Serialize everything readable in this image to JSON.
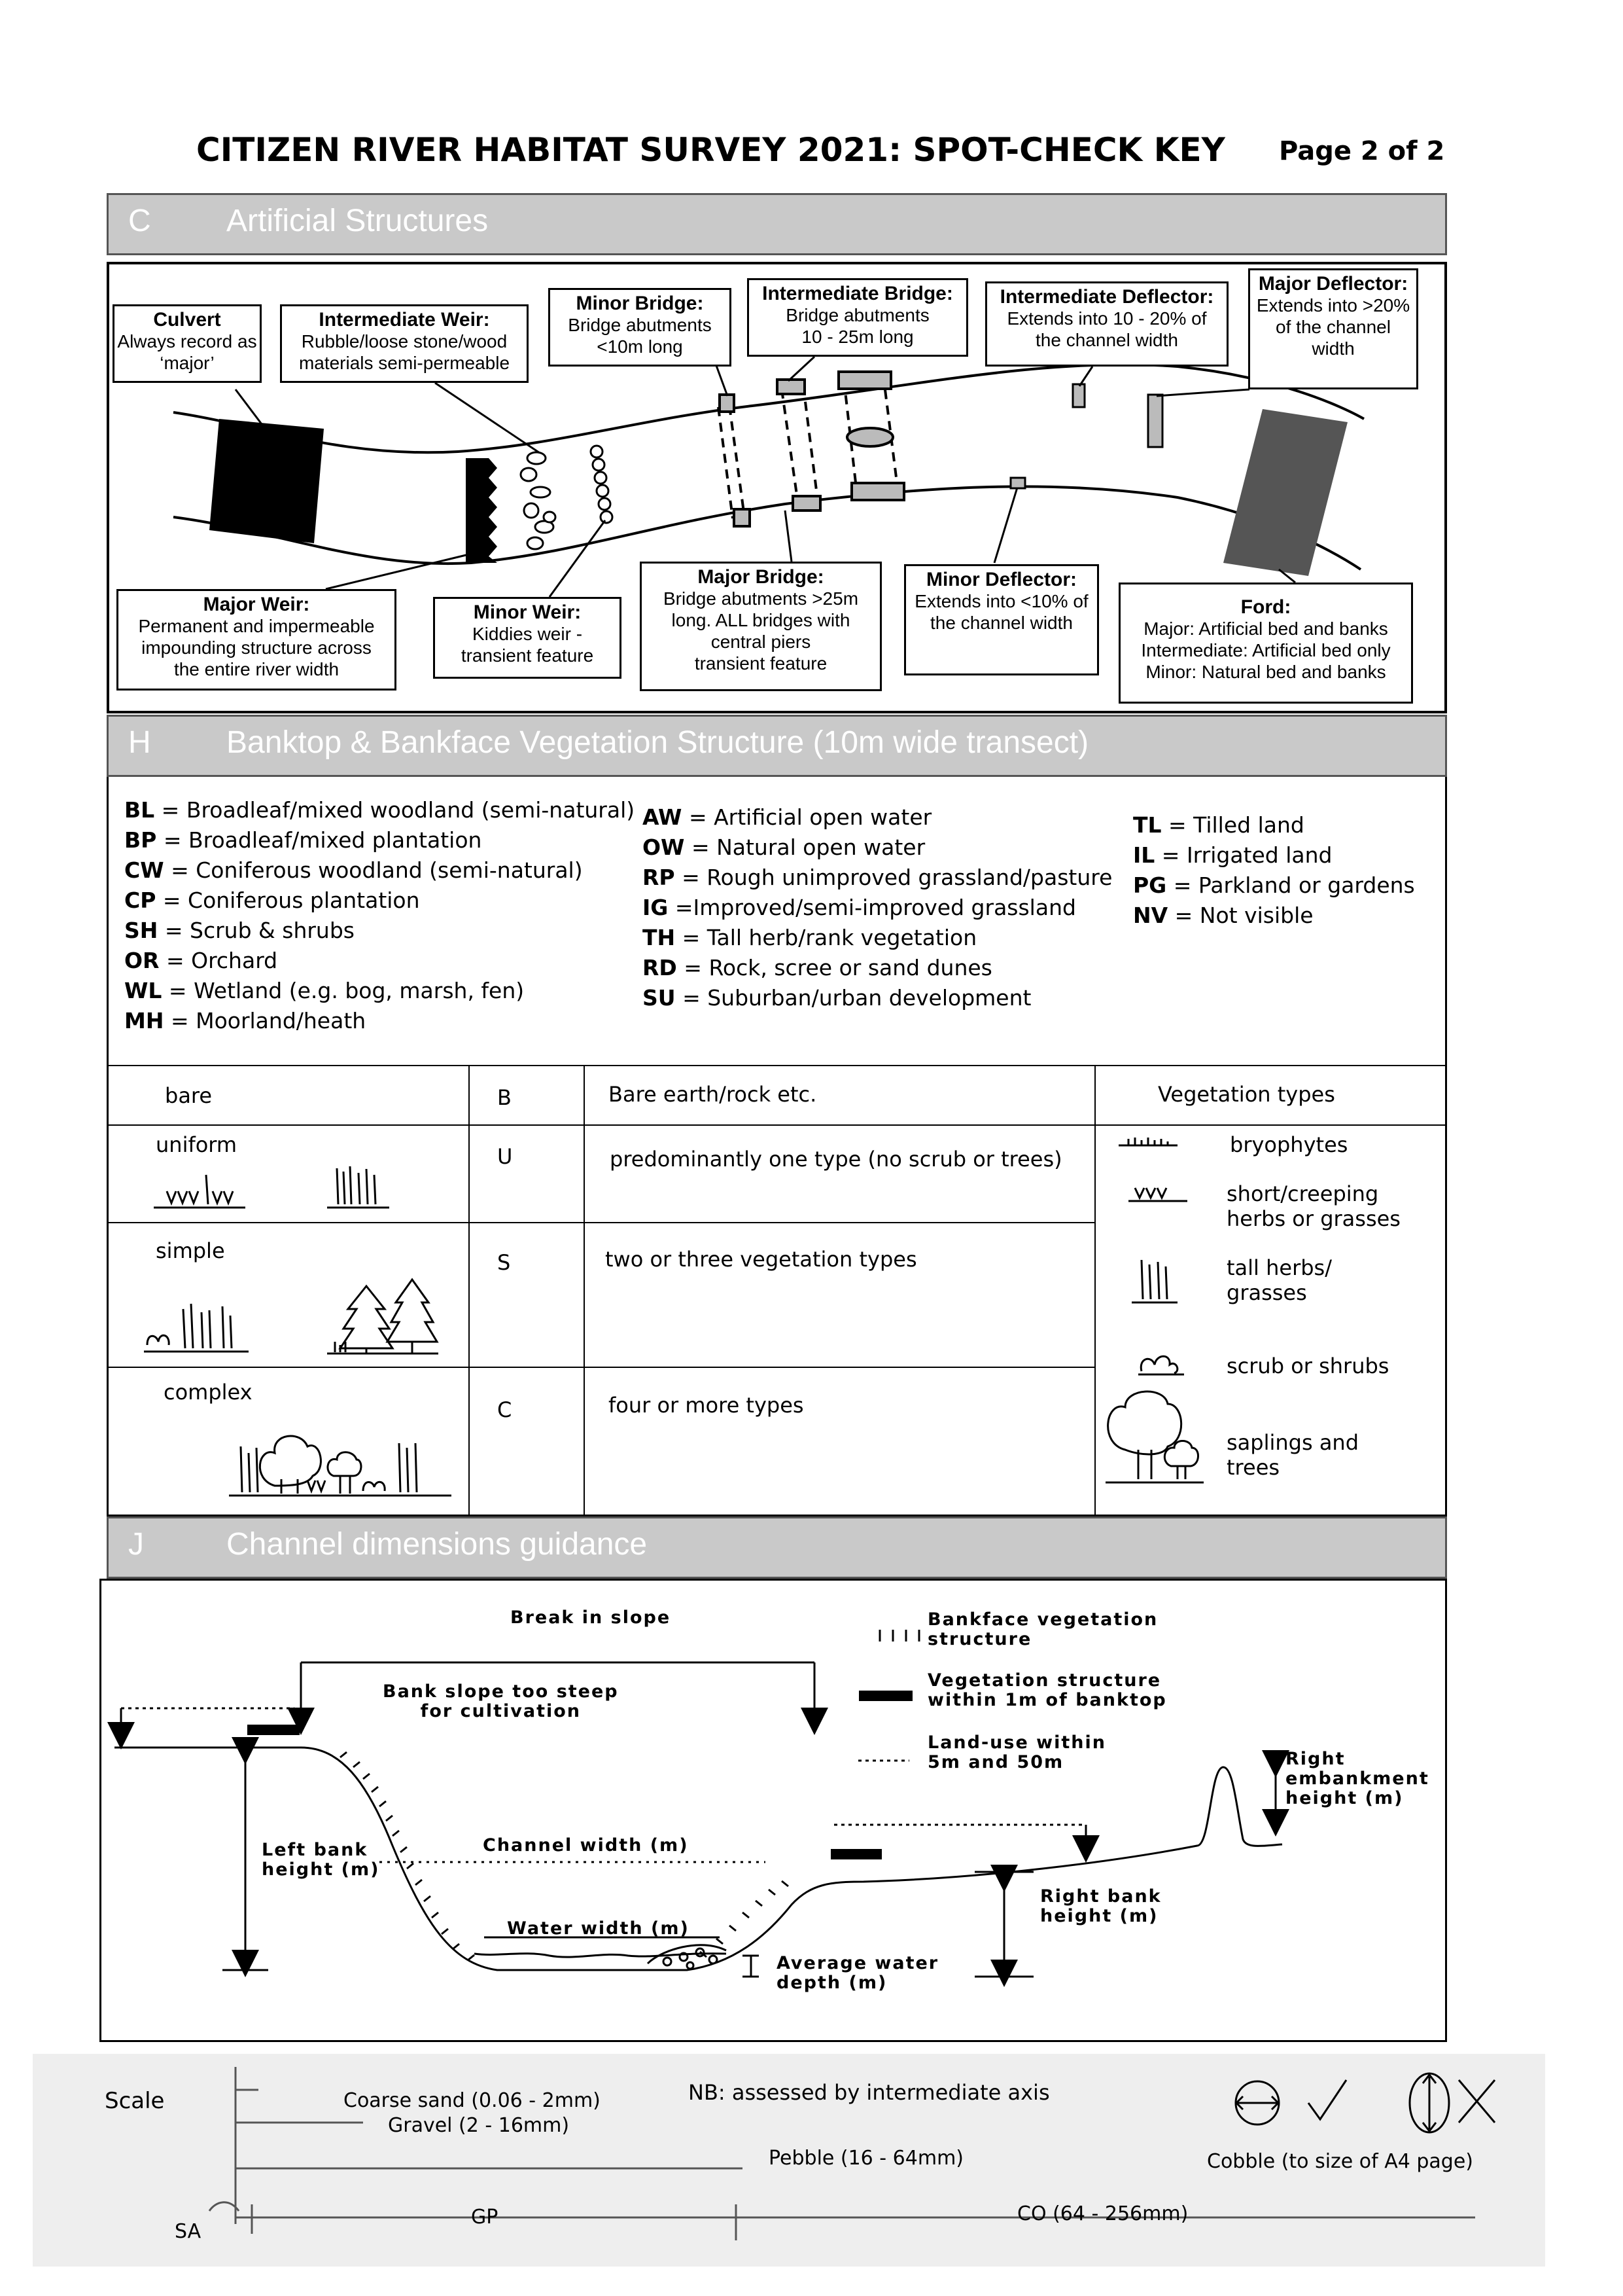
{
  "header": {
    "title": "CITIZEN RIVER HABITAT SURVEY 2021: SPOT-CHECK KEY",
    "page": "Page 2 of 2"
  },
  "sectionC": {
    "letter": "C",
    "title": "Artificial Structures",
    "labels": {
      "culvert": {
        "title": "Culvert",
        "lines": [
          "Always record as",
          "‘major’"
        ]
      },
      "intermediate_weir": {
        "title": "Intermediate Weir:",
        "lines": [
          "Rubble/loose stone/wood",
          "materials semi-permeable"
        ]
      },
      "minor_bridge": {
        "title": "Minor Bridge:",
        "lines": [
          "Bridge abutments",
          "<10m long"
        ]
      },
      "intermediate_bridge": {
        "title": "Intermediate Bridge:",
        "lines": [
          "Bridge abutments",
          "10 - 25m long"
        ]
      },
      "intermediate_deflector": {
        "title": "Intermediate Deflector:",
        "lines": [
          "Extends into 10 - 20% of",
          "the channel width"
        ]
      },
      "major_deflector": {
        "title": "Major Deflector:",
        "lines": [
          "Extends into >20%",
          "of the channel",
          "width"
        ]
      },
      "major_weir": {
        "title": "Major Weir:",
        "lines": [
          "Permanent and impermeable",
          "impounding structure across",
          "the entire river width"
        ]
      },
      "minor_weir": {
        "title": "Minor Weir:",
        "lines": [
          "Kiddies weir -",
          "transient feature"
        ]
      },
      "major_bridge": {
        "title": "Major Bridge:",
        "lines": [
          "Bridge abutments >25m",
          "long. ALL bridges with",
          "central piers",
          "transient feature"
        ]
      },
      "minor_deflector": {
        "title": "Minor Deflector:",
        "lines": [
          "Extends into <10% of",
          "the channel width"
        ]
      },
      "ford": {
        "title": "Ford:",
        "lines": [
          "Major: Artificial bed and banks",
          "Intermediate: Artificial bed only",
          "Minor: Natural bed and banks"
        ]
      }
    }
  },
  "sectionH": {
    "letter": "H",
    "title": "Banktop & Bankface Vegetation Structure (10m wide transect)",
    "codes_col1": [
      {
        "code": "BL",
        "desc": " = Broadleaf/mixed woodland (semi-natural)"
      },
      {
        "code": "BP",
        "desc": " = Broadleaf/mixed plantation"
      },
      {
        "code": "CW",
        "desc": " = Coniferous woodland (semi-natural)"
      },
      {
        "code": "CP",
        "desc": " = Coniferous plantation"
      },
      {
        "code": "SH",
        "desc": " = Scrub & shrubs"
      },
      {
        "code": "OR",
        "desc": " = Orchard"
      },
      {
        "code": "WL",
        "desc": " = Wetland (e.g. bog, marsh, fen)"
      },
      {
        "code": "MH",
        "desc": " = Moorland/heath"
      }
    ],
    "codes_col2": [
      {
        "code": "AW",
        "desc": " = Artificial open water"
      },
      {
        "code": "OW",
        "desc": " = Natural open water"
      },
      {
        "code": "RP",
        "desc": " = Rough unimproved grassland/pasture"
      },
      {
        "code": "IG",
        "desc": " =Improved/semi-improved grassland"
      },
      {
        "code": "TH",
        "desc": " = Tall herb/rank vegetation"
      },
      {
        "code": "RD",
        "desc": " = Rock, scree or sand dunes"
      },
      {
        "code": "SU",
        "desc": " = Suburban/urban development"
      }
    ],
    "codes_col3": [
      {
        "code": "TL",
        "desc": " = Tilled land"
      },
      {
        "code": "IL",
        "desc": " = Irrigated land"
      },
      {
        "code": "PG",
        "desc": " = Parkland or gardens"
      },
      {
        "code": "NV",
        "desc": " = Not visible"
      }
    ],
    "rows": [
      {
        "name": "bare",
        "code": "B",
        "desc": "Bare earth/rock etc."
      },
      {
        "name": "uniform",
        "code": "U",
        "desc": "predominantly one type (no scrub or trees)"
      },
      {
        "name": "simple",
        "code": "S",
        "desc": "two or three vegetation types"
      },
      {
        "name": "complex",
        "code": "C",
        "desc": "four or more types"
      }
    ],
    "veg_types": {
      "heading": "Vegetation types",
      "items": [
        {
          "icon": "bryophytes-icon",
          "label": "bryophytes"
        },
        {
          "icon": "short-herbs-icon",
          "label": "short/creeping\nherbs or grasses"
        },
        {
          "icon": "tall-herbs-icon",
          "label": "tall herbs/\ngrasses"
        },
        {
          "icon": "scrub-icon",
          "label": "scrub or shrubs"
        },
        {
          "icon": "trees-icon",
          "label": "saplings and\ntrees"
        }
      ]
    }
  },
  "sectionJ": {
    "letter": "J",
    "title": "Channel dimensions guidance",
    "labels": {
      "break_in_slope": "Break in slope",
      "bank_slope": "Bank slope too steep\nfor cultivation",
      "left_bank_height": "Left bank\nheight (m)",
      "channel_width": "Channel width (m)",
      "water_width": "Water width (m)",
      "average_water_depth": "Average water\ndepth (m)",
      "right_bank_height": "Right bank\nheight (m)",
      "right_embankment_height": "Right\nembankment\nheight (m)"
    },
    "legend": [
      {
        "icon": "hatch-icon",
        "label": "Bankface vegetation\nstructure"
      },
      {
        "icon": "bar-icon",
        "label": "Vegetation structure\nwithin 1m of banktop"
      },
      {
        "icon": "dashed-line-icon",
        "label": "Land-use within\n5m and 50m"
      }
    ]
  },
  "scale": {
    "label": "Scale",
    "coarse_sand": "Coarse sand (0.06 - 2mm)",
    "gravel": "Gravel (2 - 16mm)",
    "nb": "NB: assessed by intermediate axis",
    "pebble": "Pebble (16 - 64mm)",
    "cobble": "Cobble (to size of A4 page)",
    "sa": "SA",
    "gp": "GP",
    "co": "CO (64 - 256mm)"
  }
}
